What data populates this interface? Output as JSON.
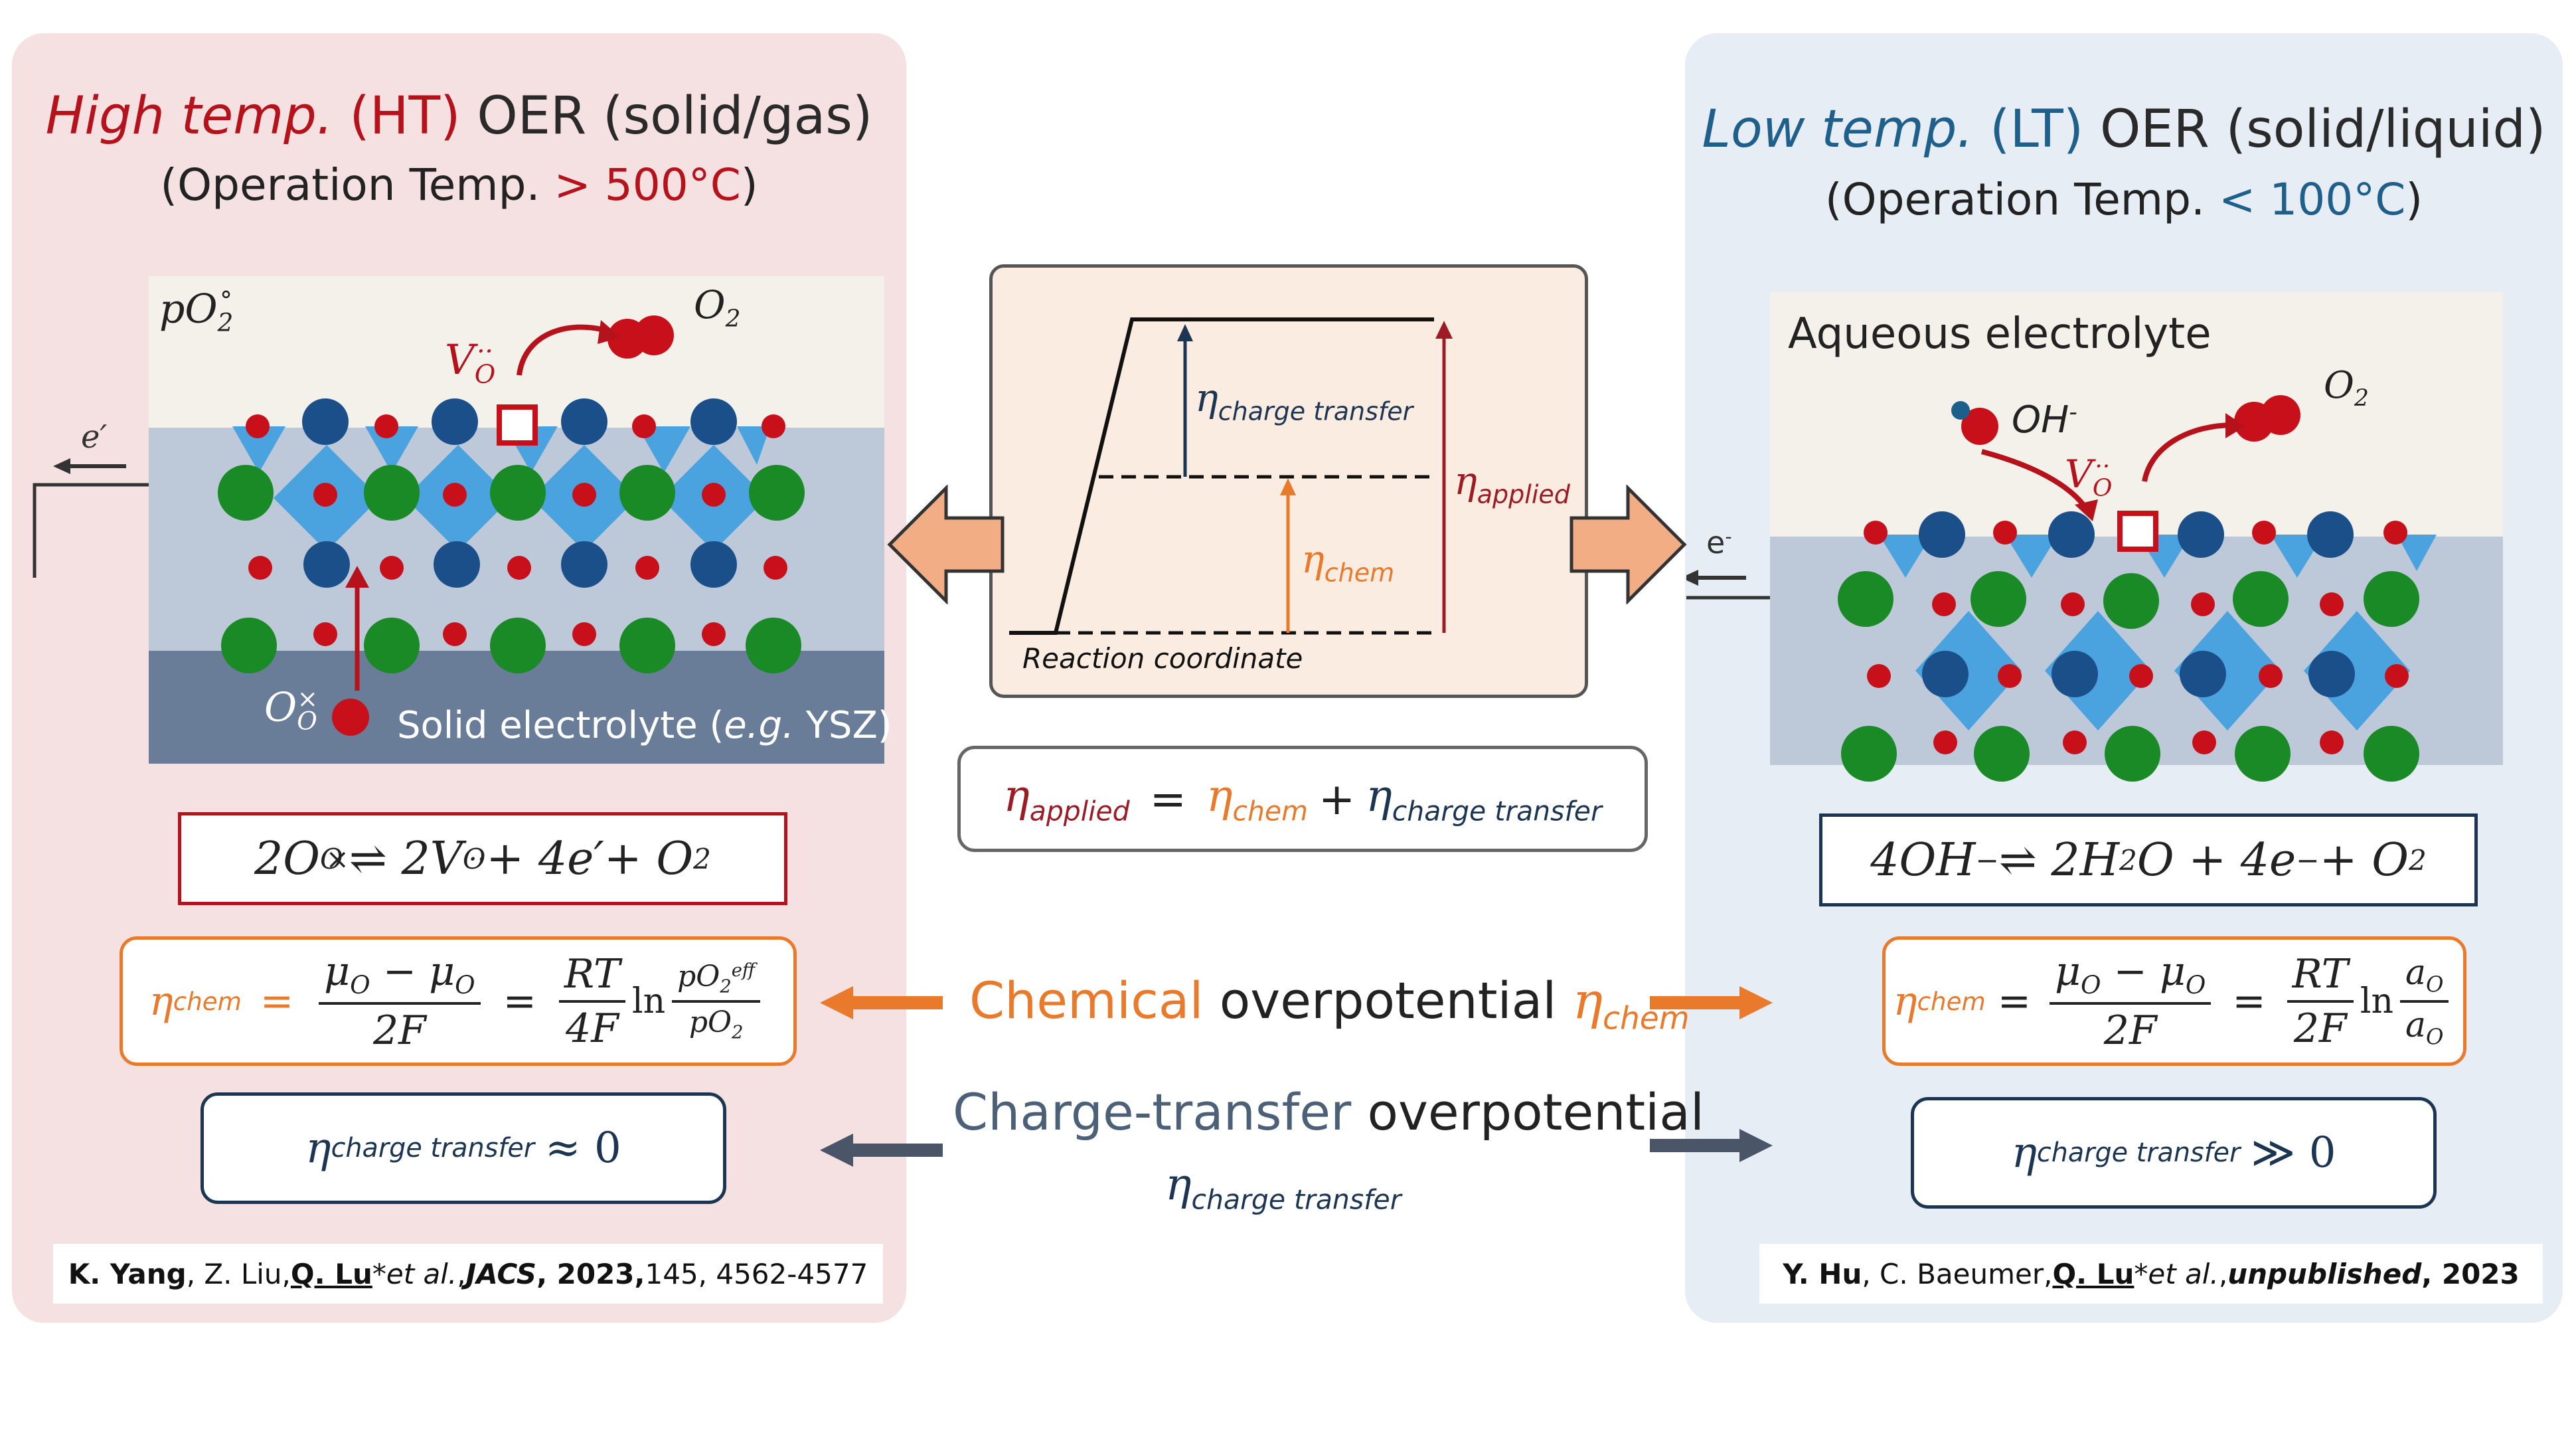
{
  "ht": {
    "title_italic": "High temp.",
    "title_abbr": "(HT)",
    "title_rest": "OER (solid/gas)",
    "subtitle_prefix": "(Operation Temp.",
    "subtitle_value": "> 500°C",
    "subtitle_suffix": ")",
    "po2_label": "pO",
    "o2_label": "O",
    "vacancy_label": "V",
    "electron_label": "e′",
    "oxygen_label": "O",
    "electrolyte_label": "Solid electrolyte (",
    "electrolyte_eg": "e.g.",
    "electrolyte_rest": "YSZ)",
    "reaction": "2O",
    "reaction_mid": " ⇌ 2V",
    "reaction_end": " + 4e′+ O",
    "eta_chem_label": "η",
    "eta_chem_sub": "chem",
    "mu_num": "μ",
    "mu_den": "2F",
    "rt_num": "RT",
    "rt_den": "4F",
    "ln": "ln",
    "po2_eff": "pO",
    "po2_std": "pO",
    "charge_transfer_eq": "≈ 0",
    "cite_author1": "K. Yang",
    "cite_rest1": ", Z. Liu, ",
    "cite_author2": "Q. Lu",
    "cite_rest2": "* ",
    "cite_etal": "et al.",
    "cite_sep": ", ",
    "cite_journal": "JACS",
    "cite_year": ", 2023,",
    "cite_pages": " 145, 4562-4577"
  },
  "lt": {
    "title_italic": "Low temp.",
    "title_abbr": "(LT)",
    "title_rest": "OER (solid/liquid)",
    "subtitle_prefix": "(Operation Temp.",
    "subtitle_value": "< 100°C",
    "subtitle_suffix": ")",
    "electrolyte_label": "Aqueous electrolyte",
    "oh_label": "OH",
    "o2_label": "O",
    "vacancy_label": "V",
    "electron_label": "e",
    "reaction": "4OH",
    "reaction_mid": " ⇌ 2H",
    "reaction_end": "O + 4e",
    "reaction_tail": " + O",
    "eta_chem_label": "η",
    "eta_chem_sub": "chem",
    "mu_num": "μ",
    "mu_den": "2F",
    "rt_num": "RT",
    "rt_den": "2F",
    "ln": "ln",
    "a_num": "a",
    "a_den": "a",
    "charge_transfer_eq": "≫ 0",
    "cite_author1": "Y. Hu",
    "cite_rest1": ", C. Baeumer, ",
    "cite_author2": "Q. Lu",
    "cite_rest2": "* ",
    "cite_etal": "et al.",
    "cite_sep": ", ",
    "cite_status": "unpublished",
    "cite_year": ", 2023"
  },
  "center": {
    "diagram_xlabel": "Reaction coordinate",
    "eta_charge_transfer": "η",
    "eta_charge_transfer_sub": "charge transfer",
    "eta_chem": "η",
    "eta_chem_sub": "chem",
    "eta_applied": "η",
    "eta_applied_sub": "applied",
    "equation_eq": "=",
    "equation_plus": "+",
    "chem_label_colored": "Chemical",
    "chem_label_rest": " overpotential ",
    "ct_label_colored": "Charge-transfer",
    "ct_label_rest": " overpotential",
    "charge_transfer_sub": "charge transfer"
  },
  "colors": {
    "ht_panel": "#f6e1e2",
    "lt_panel": "#e7edf4",
    "red": "#b5121b",
    "blue": "#1f5f8b",
    "orange": "#e97a2c",
    "navy": "#1c3552",
    "arrow_fill": "#f2ad85"
  }
}
